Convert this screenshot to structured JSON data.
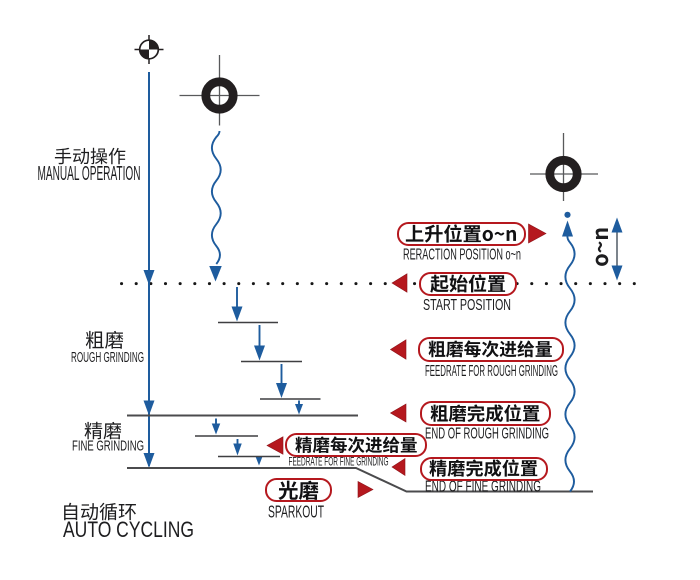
{
  "colors": {
    "blue": "#1e5c9e",
    "red": "#b5181e",
    "line": "#4b4b4d",
    "text": "#1d1d1f"
  },
  "labels": {
    "manual": {
      "cn": "手动操作",
      "en": "MANUAL OPERATION"
    },
    "rough": {
      "cn": "粗磨",
      "en": "ROUGH GRINDING"
    },
    "fine": {
      "cn": "精磨",
      "en": "FINE GRINDING"
    },
    "auto": {
      "cn": "自动循环",
      "en": "AUTO CYCLING"
    },
    "range": "o~n"
  },
  "callouts": {
    "reaction": {
      "cn": "上升位置o~n",
      "en": "RERACTION POSITION o~n"
    },
    "start": {
      "cn": "起始位置",
      "en": "START POSITION"
    },
    "feed_rough": {
      "cn": "粗磨每次进给量",
      "en": "FEEDRATE FOR ROUGH GRINDING"
    },
    "end_rough": {
      "cn": "粗磨完成位置",
      "en": "END OF ROUGH GRINDING"
    },
    "feed_fine": {
      "cn": "精磨每次进给量",
      "en": "FEEDRATE FOR FINE GRINDING"
    },
    "end_fine": {
      "cn": "精磨完成位置",
      "en": "END OF FINE GRINDING"
    },
    "sparkout": {
      "cn": "光磨",
      "en": "SPARKOUT"
    }
  }
}
